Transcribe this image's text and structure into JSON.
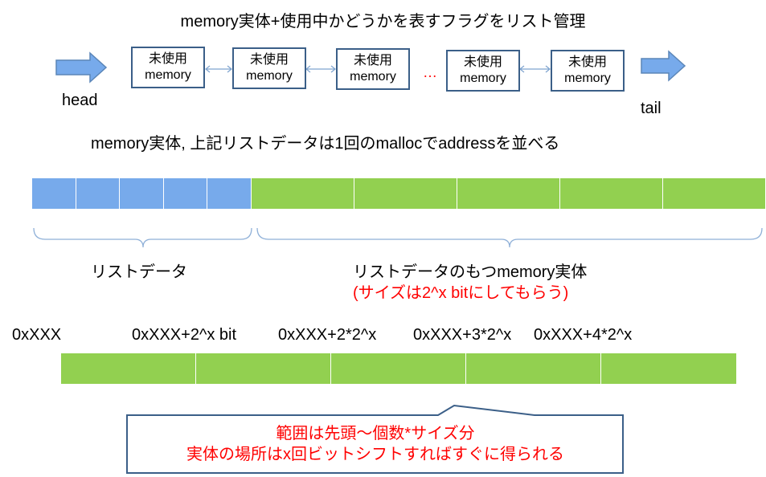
{
  "title": "memory実体+使用中かどうかを表すフラグをリスト管理",
  "list": {
    "head_label": "head",
    "tail_label": "tail",
    "ellipsis": "…",
    "nodes": [
      {
        "line1": "未使用",
        "line2": "memory"
      },
      {
        "line1": "未使用",
        "line2": "memory"
      },
      {
        "line1": "未使用",
        "line2": "memory"
      },
      {
        "line1": "未使用",
        "line2": "memory"
      },
      {
        "line1": "未使用",
        "line2": "memory"
      }
    ]
  },
  "subtitle": "memory実体, 上記リストデータは1回のmallocでaddressを並べる",
  "layout_bar": {
    "list_data_cells": 5,
    "memory_cells": 5,
    "list_data_label": "リストデータ",
    "memory_label": "リストデータのもつmemory実体",
    "memory_note": "(サイズは2^x bitにしてもらう)"
  },
  "addresses": {
    "labels": [
      "0xXXX",
      "0xXXX+2^x  bit",
      "0xXXX+2*2^x",
      "0xXXX+3*2^x",
      "0xXXX+4*2^x"
    ],
    "cells": 5
  },
  "callout": {
    "line1": "範囲は先頭～個数*サイズ分",
    "line2": "実体の場所はx回ビットシフトすればすぐに得られる"
  },
  "colors": {
    "node_border": "#3b5f88",
    "arrow_fill": "#77aaeb",
    "list_cell": "#77aaeb",
    "memory_cell": "#92d050",
    "note_text": "#ff0000"
  }
}
